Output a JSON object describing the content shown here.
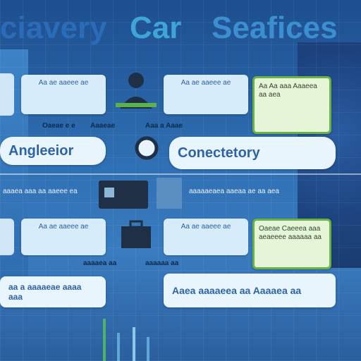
{
  "title": {
    "part1": "ciavery",
    "part2": "Car",
    "part3": "Seafices"
  },
  "row1": {
    "cards": [
      "Aa ae aaeee ae",
      "Aa ae aaeee ae"
    ],
    "green_card": "Aa Aa aaa Aaaeea aa aea",
    "labels": [
      "Oaeae e e",
      "Aaaeae",
      "Aaa a Aaae"
    ]
  },
  "row2": {
    "pill_left": "Angleeior",
    "pill_right": "Conectetory"
  },
  "row3": {
    "label_left": "aaaea aaa aa aaeee ea",
    "label_right": "aaaaaeaea aaeaa ae aa aea"
  },
  "row4": {
    "cards": [
      "Aa ae aaeee ae",
      "Aa ae aaeee ae"
    ],
    "green_card": "Oaeae Caeeea aaa aeaeeee aaaaaa aa",
    "labels": [
      "aaaaea aa",
      "aaaaaa aa"
    ]
  },
  "row5": {
    "pill_left": "aa a aaaaeae aaaa aaa",
    "pill_right": "Aaea aaaaeea aa Aaaaea aa"
  },
  "colors": {
    "accent": "#3fa5d8",
    "green": "#67b345",
    "card": "#d7ecfa",
    "dark_icon": "#1f2f45"
  }
}
